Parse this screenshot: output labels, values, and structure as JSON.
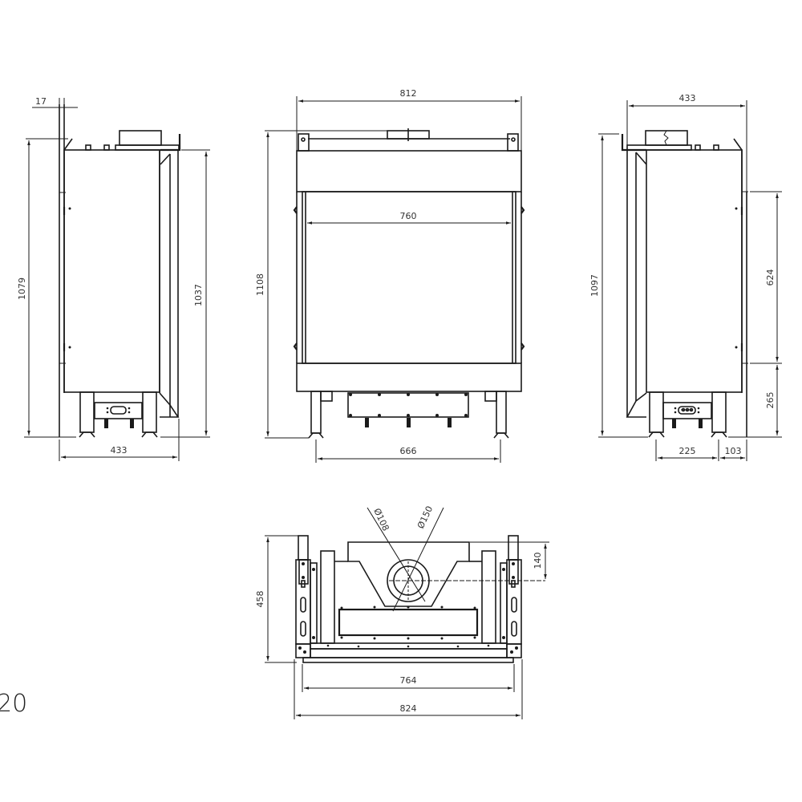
{
  "drawing": {
    "model_fragment": "20",
    "line_color": "#1a1a1a",
    "background": "#ffffff",
    "views": {
      "left_side": {
        "dims": {
          "wall_offset": "17",
          "total_height": "1079",
          "body_height": "1037",
          "depth": "433"
        }
      },
      "front": {
        "dims": {
          "overall_width": "812",
          "glass_width": "760",
          "total_height": "1108",
          "leg_spacing": "666"
        }
      },
      "right_side": {
        "dims": {
          "depth": "433",
          "total_height": "1097",
          "upper_section": "624",
          "lower_section": "265",
          "leg_spacing": "225",
          "leg_to_back": "103"
        }
      },
      "top": {
        "dims": {
          "inner_flue_diameter": "Ø108",
          "outer_flue_diameter": "Ø150",
          "flue_offset": "140",
          "depth": "458",
          "inner_width": "764",
          "overall_width": "824"
        }
      }
    }
  }
}
